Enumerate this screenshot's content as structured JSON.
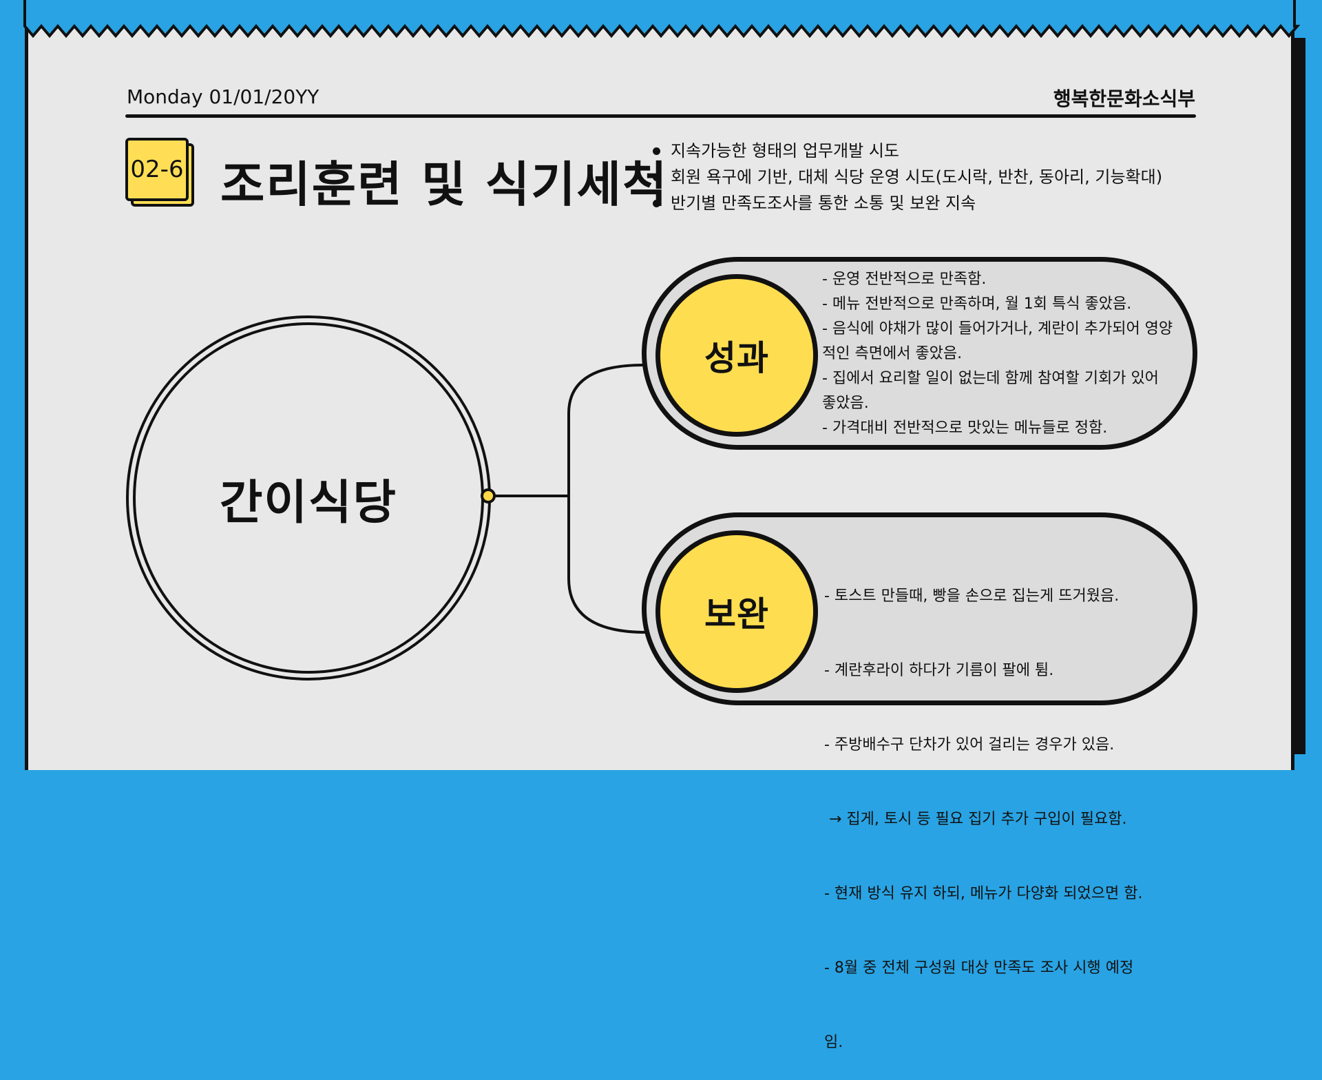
{
  "header": {
    "date": "Monday 01/01/20YY",
    "organization": "행복한문화소식부"
  },
  "section": {
    "number": "02-6",
    "title": "조리훈련 및 식기세척",
    "bullets": [
      "지속가능한 형태의 업무개발 시도",
      "회원 욕구에 기반, 대체 식당 운영 시도(도시락,  반찬, 동아리, 기능확대)",
      "반기별 만족도조사를 통한 소통 및 보완 지속"
    ]
  },
  "diagram": {
    "center_label": "간이식당",
    "results": {
      "label": "성과",
      "lines": [
        "- 운영 전반적으로 만족함.",
        "- 메뉴 전반적으로 만족하며, 월 1회 특식 좋았음.",
        "- 음식에 야채가 많이 들어가거나, 계란이 추가되어 영양",
        "적인 측면에서 좋았음.",
        "- 집에서 요리할 일이 없는데 함께 참여할 기회가 있어",
        "좋았음.",
        "- 가격대비 전반적으로 맛있는 메뉴들로 정함."
      ]
    },
    "improvements": {
      "label": "보완",
      "lines": [
        "- 토스트 만들때, 빵을 손으로 집는게 뜨거웠음.",
        "- 계란후라이 하다가 기름이 팔에 튐.",
        "- 주방배수구 단차가 있어 걸리는 경우가 있음.",
        " → 집게, 토시 등 필요 집기 추가 구입이 필요함.",
        "- 현재 방식 유지 하되, 메뉴가 다양화 되었으면 함.",
        "- 8월 중 전체 구성원 대상 만족도 조사 시행 예정",
        "임."
      ]
    }
  },
  "colors": {
    "background": "#29a3e3",
    "paper": "#e8e8e8",
    "accent": "#ffdd50",
    "ink": "#111111"
  }
}
